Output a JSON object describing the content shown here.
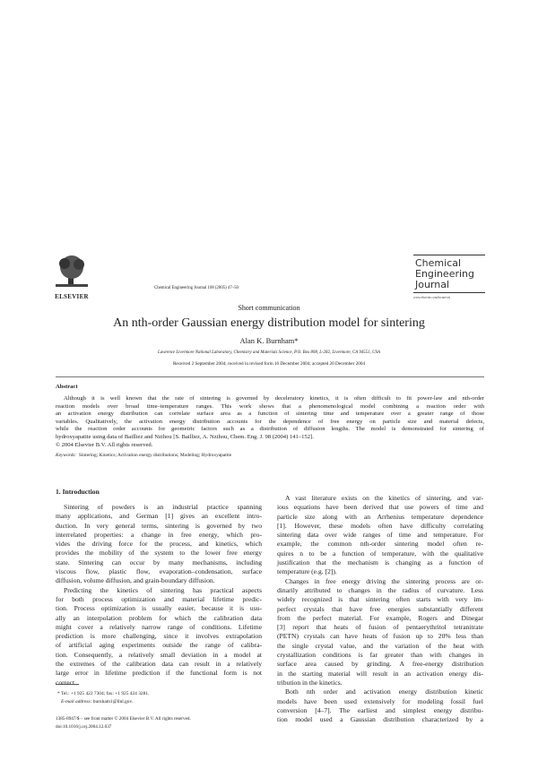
{
  "header": {
    "publisher_logo": "ELSEVIER",
    "journal_citation": "Chemical Engineering Journal 108 (2005) 47–50",
    "journal_logo": "Chemical Engineering Journal",
    "journal_url": "www.elsevier.com/locate/cej"
  },
  "article": {
    "type": "Short communication",
    "title": "An nth-order Gaussian energy distribution model for sintering",
    "author": "Alan K. Burnham*",
    "affiliation": "Lawrence Livermore National Laboratory, Chemistry and Materials Science, P.O. Box 808, L-282, Livermore, CA 94551, USA",
    "dates": "Received 2 September 2004; received in revised form 16 December 2004; accepted 20 December 2004"
  },
  "abstract": {
    "heading": "Abstract",
    "lines": [
      "Although it is well known that the rate of sintering is governed by deceleratory kinetics, it is often difficult to fit power-law and nth-order",
      "reaction models over broad time–temperature ranges. This work shows that a phenomenological model combining a reaction order with",
      "an activation energy distribution can correlate surface area as a function of sintering time and temperature over a greater range of those",
      "variables. Qualitatively, the activation energy distribution accounts for the dependence of free energy on particle size and material defects,",
      "while the reaction order accounts for geometric factors such as a distribution of diffusion lengths. The model is demonstrated for sintering of",
      "hydroxyapatite using data of Bailliez and Nzihou [S. Bailliez, A. Nzihou, Chem. Eng. J. 98 (2004) 141–152]."
    ],
    "copyright": "© 2004 Elsevier B.V. All rights reserved.",
    "keywords_label": "Keywords:",
    "keywords": "Sintering; Kinetics; Activation energy distributions; Modeling; Hydroxyapatite"
  },
  "section": {
    "heading": "1.  Introduction"
  },
  "left_column": [
    [
      "Sintering of powders is an industrial practice spanning",
      "many applications, and German [1] gives an excellent intro-",
      "duction. In very general terms, sintering is governed by two",
      "interrelated properties: a change in free energy, which pro-",
      "vides the driving force for the process, and kinetics, which",
      "provides the mobility of the system to the lower free energy",
      "state. Sintering can occur by many mechanisms, including",
      "viscous flow, plastic flow, evaporation–condensation, surface",
      "diffusion, volume diffusion, and grain-boundary diffusion."
    ],
    [
      "Predicting the kinetics of sintering has practical aspects",
      "for both process optimization and material lifetime predic-",
      "tion. Process optimization is usually easier, because it is usu-",
      "ally an interpolation problem for which the calibration data",
      "might cover a relatively narrow range of conditions. Lifetime",
      "prediction is more challenging, since it involves extrapolation",
      "of artificial aging experiments outside the range of calibra-",
      "tion. Consequently, a relatively small deviation in a model at",
      "the extremes of the calibration data can result in a relatively",
      "large error in lifetime prediction if the functional form is not",
      "correct."
    ]
  ],
  "right_column": [
    [
      "A vast literature exists on the kinetics of sintering, and var-",
      "ious equations have been derived that use powers of time and",
      "particle size along with an Arrhenius temperature dependence",
      "[1]. However, these models often have difficulty correlating",
      "sintering data over wide ranges of time and temperature. For",
      "example, the common nth-order sintering model often re-",
      "quires n to be a function of temperature, with the qualitative",
      "justification that the mechanism is changing as a function of",
      "temperature (e.g. [2])."
    ],
    [
      "Changes in free energy driving the sintering process are or-",
      "dinarily attributed to changes in the radius of curvature. Less",
      "widely recognized is that sintering often starts with very im-",
      "perfect crystals that have free energies substantially different",
      "from the perfect material. For example, Rogers and Dinegar",
      "[3] report that heats of fusion of pentaerythritol tetranitrate",
      "(PETN) crystals can have heats of fusion up to 20% less than",
      "the single crystal value, and the variation of the heat with",
      "crystallization conditions is far greater than with changes in",
      "surface area caused by grinding. A free-energy distribution",
      "in the starting material will result in an activation energy dis-",
      "tribution in the kinetics."
    ],
    [
      "Both nth order and activation energy distribution kinetic",
      "models have been used extensively for modeling fossil fuel",
      "conversion [4–7]. The earliest and simplest energy distribu-",
      "tion model used a Gaussian distribution characterized by a"
    ]
  ],
  "footnote": {
    "tel": "* Tel.: +1 925 422 7304; fax: +1 925 424 3281.",
    "email_label": "E-mail address:",
    "email": "burnham1@llnl.gov."
  },
  "footer": {
    "issn": "1385-8947/$ – see front matter © 2004 Elsevier B.V. All rights reserved.",
    "doi": "doi:10.1016/j.cej.2004.12.037"
  }
}
